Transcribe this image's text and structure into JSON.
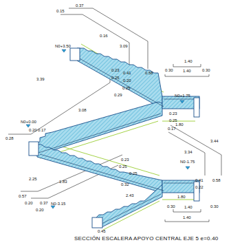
{
  "diagram": {
    "caption": "SECCIÓN ESCALERA APOYO CENTRAL EJE 5 e=0.40",
    "labels": [
      "0.37",
      "0.15",
      "0.16",
      "3.09",
      "N0+3.50",
      "0.41",
      "0.20",
      "0.58",
      "1.40",
      "0.30",
      "0.30",
      "1.40",
      "0.23",
      "0.25",
      "3.39",
      "0.25",
      "0.29",
      "N0+1.75",
      "3.08",
      "0.23",
      "0.25",
      "0.17",
      "3.44",
      "N0+0.00",
      "0.28",
      "0.20",
      "0.17",
      "3.34",
      "1.80",
      "0.23",
      "0.25",
      "2.25",
      "0.25",
      "1.83",
      "0.32",
      "N0-1.75",
      "0.41",
      "0.58",
      "0.22",
      "0.57",
      "0.20",
      "0.37",
      "N0-3.15",
      "0.20",
      "2.43",
      "1.80",
      "0.30",
      "1.40",
      "0.30",
      "1.40",
      "0.45"
    ]
  }
}
